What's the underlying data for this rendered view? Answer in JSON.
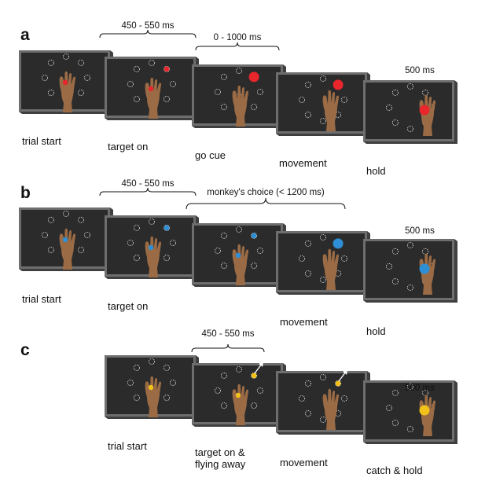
{
  "colors": {
    "screen": "#2b2b2b",
    "bezel": "#6e6e6e",
    "bezel_dark": "#3f3f3f",
    "hand": "#9a6b45",
    "red_target": "#e8262c",
    "blue_target": "#2f8fd6",
    "yellow_target": "#f2c21a"
  },
  "icons": [
    "monitor-frame-icon",
    "hand-icon",
    "target-ring-icon",
    "target-dot-icon",
    "flying-arrow-icon",
    "timing-brace-icon"
  ],
  "panels": [
    {
      "letter": "a",
      "frames": [
        {
          "label": "trial start"
        },
        {
          "label": "target on"
        },
        {
          "label": "go cue"
        },
        {
          "label": "movement"
        },
        {
          "label": "hold"
        }
      ],
      "timings": [
        "450 - 550 ms",
        "0 - 1000 ms",
        "500 ms"
      ]
    },
    {
      "letter": "b",
      "frames": [
        {
          "label": "trial start"
        },
        {
          "label": "target on"
        },
        {
          "label": ""
        },
        {
          "label": "movement"
        },
        {
          "label": "hold"
        }
      ],
      "timings": [
        "450 - 550 ms",
        "monkey's choice (< 1200 ms)",
        "500 ms"
      ]
    },
    {
      "letter": "c",
      "frames": [
        {
          "label": "trial start"
        },
        {
          "label": "target on &",
          "label2": "flying away"
        },
        {
          "label": "movement"
        },
        {
          "label": "catch & hold"
        }
      ],
      "timings": [
        "450 - 550 ms",
        "500 ms"
      ]
    }
  ]
}
